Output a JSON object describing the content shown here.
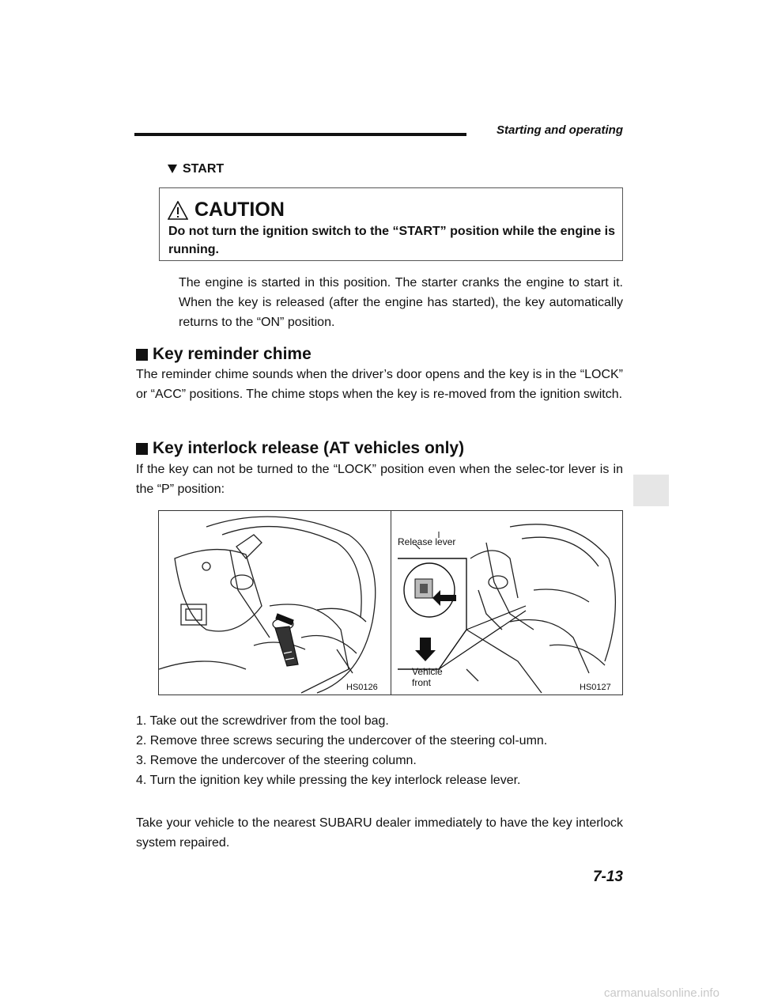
{
  "header": {
    "running_head": "Starting and operating"
  },
  "start_section": {
    "subheading": "START",
    "caution": {
      "title": "CAUTION",
      "text": "Do not turn the ignition switch to the “START” position while the engine is running."
    },
    "body": "The engine is started in this position. The starter cranks the engine to start it. When the key is released (after the engine has started), the key automatically returns to the “ON” position."
  },
  "chime_section": {
    "heading": "Key reminder chime",
    "body": "The reminder chime sounds when the driver’s door opens and the key is in the “LOCK” or “ACC” positions. The chime stops when the key is re-moved from the ignition switch."
  },
  "interlock_section": {
    "heading": "Key interlock release (AT vehicles only)",
    "body": "If the key can not be turned to the “LOCK” position even when the selec-tor lever is in the “P” position:"
  },
  "figure": {
    "left_code": "HS0126",
    "right_code": "HS0127",
    "release_label": "Release lever",
    "vehicle_label_1": "Vehicle",
    "vehicle_label_2": "front"
  },
  "steps": [
    "1.  Take out the screwdriver from the tool bag.",
    "2.  Remove three screws securing the undercover of the steering col-umn.",
    "3.  Remove the undercover of the steering column.",
    "4.  Turn the ignition key while pressing the key interlock release lever."
  ],
  "closing": "Take your vehicle to the nearest SUBARU dealer immediately to have the key interlock system repaired.",
  "page_number": "7-13",
  "watermark": "carmanualsonline.info"
}
